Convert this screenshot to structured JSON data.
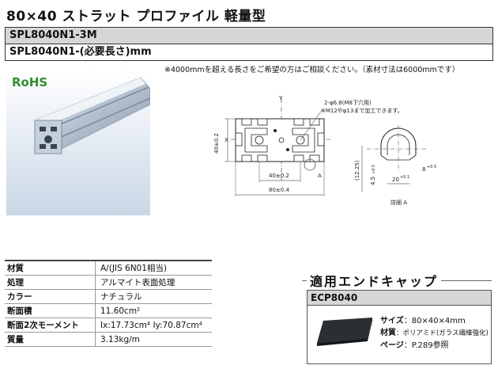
{
  "header": {
    "title": "80×40 ストラット プロファイル 軽量型"
  },
  "part_numbers": [
    "SPL8040N1-3M",
    "SPL8040N1-(必要長さ)mm"
  ],
  "note": "※4000mmを超える長さをご希望の方はご相談ください。（素材寸法は6000mmです）",
  "badge": {
    "rohs": "RoHS"
  },
  "drawing": {
    "y_axis": "Y",
    "x_axis": "X",
    "hole_note_1": "2-φ6.8(M8下穴用)",
    "hole_note_2": "※M12やφ13まで加工できます。",
    "height": "40±0.2",
    "half_width": "40±0.2",
    "width": "80±0.4",
    "marker_a": "A",
    "detail_label": "詳細 A",
    "dim_1": "(12.25)",
    "dim_2": "4.5",
    "dim_2_tol": "+0.5",
    "dim_3": "8",
    "dim_3_tol": "+0.5",
    "dim_4": "20",
    "dim_4_tol": "+0.1"
  },
  "specs": [
    {
      "key": "材質",
      "value": "A/(JIS 6N01相当)"
    },
    {
      "key": "処理",
      "value": "アルマイト表面処理"
    },
    {
      "key": "カラー",
      "value": "ナチュラル"
    },
    {
      "key": "断面積",
      "value": "11.60cm²"
    },
    {
      "key": "断面2次モーメント",
      "value": "Ix:17.73cm⁴  Iy:70.87cm⁴"
    },
    {
      "key": "質量",
      "value": "3.13kg/m"
    }
  ],
  "end_cap": {
    "section_title": "適用エンドキャップ",
    "part": "ECP8040",
    "size_label": "サイズ",
    "size_value": "：80×40×4mm",
    "material_label": "材質",
    "material_value": "：ポリアミド(ガラス繊維強化)",
    "page_label": "ページ",
    "page_value": "：P.289参照"
  },
  "colors": {
    "header_gray": "#d6d6d6",
    "rohs_green": "#2f8f2f",
    "aluminium": "#b9c6d3"
  }
}
